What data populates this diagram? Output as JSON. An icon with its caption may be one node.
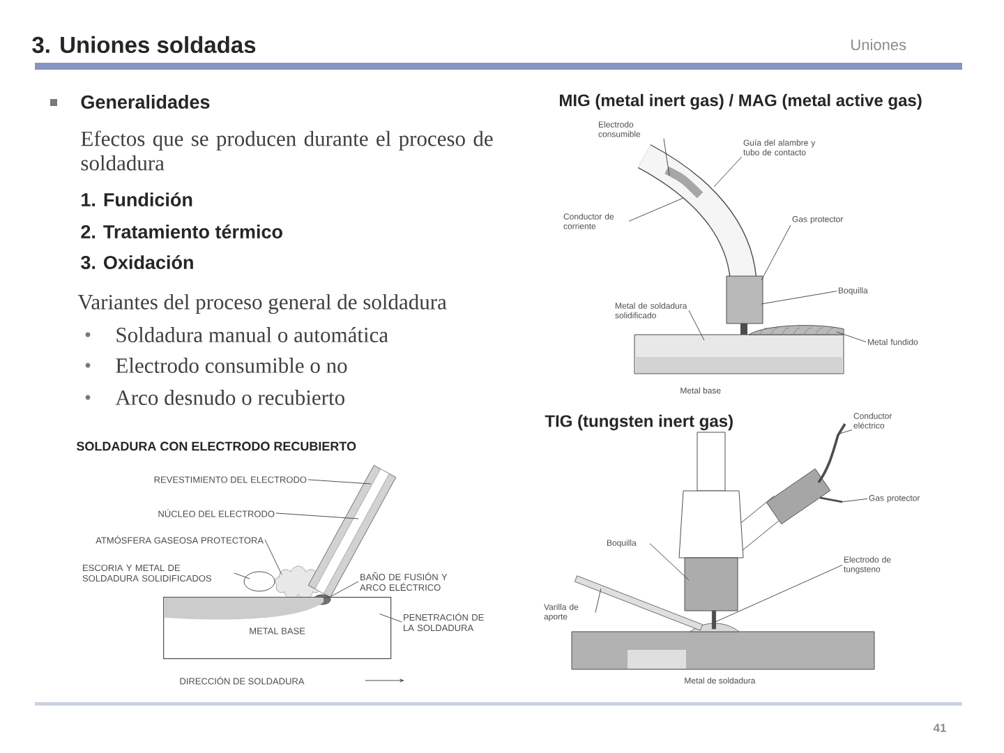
{
  "diagram": {
    "title": "3. Uniones soldadas",
    "nodes": [
      {
        "text": [
          "REVESTIMIENTO DEL ELECTRODO"
        ]
      },
      {
        "text": [
          "NÚCLEO DEL ELECTRODO"
        ]
      },
      {
        "text": [
          "ATMÓSFERA GASEOSA PROTECTORA"
        ]
      },
      {
        "text": [
          "ESCORIA Y METAL DE SOLDADURA SOLIDIFICADOS"
        ]
      },
      {
        "text": [
          "BAÑO DE FUSIÓN Y ARCO ELÉCTRICO"
        ]
      },
      {
        "text": [
          "PENETRACIÓN DE LA SOLDADURA"
        ]
      },
      {
        "text": [
          "METAL BASE"
        ]
      },
      {
        "text": [
          "Electrodo consumible"
        ]
      },
      {
        "text": [
          "Guía del alambre y tubo de contacto"
        ]
      },
      {
        "text": [
          "Conductor de corriente"
        ]
      },
      {
        "text": [
          "Gas protector"
        ]
      },
      {
        "text": [
          "Metal de soldadura solidificado"
        ]
      },
      {
        "text": [
          "Boquilla"
        ]
      },
      {
        "text": [
          "Metal fundido"
        ]
      },
      {
        "text": [
          "Conductor eléctrico"
        ]
      },
      {
        "text": [
          "Gas protector"
        ]
      },
      {
        "text": [
          "Boquilla"
        ]
      },
      {
        "text": [
          "Electrodo de tungsteno"
        ]
      },
      {
        "text": [
          "Varilla de aporte"
        ]
      },
      {
        "text": [],
        "shape": "bar"
      },
      {
        "text": [],
        "shape": "cloud"
      },
      {
        "text": [],
        "shape": "circle"
      },
      {
        "text": [],
        "shape": "circle"
      },
      {
        "text": [],
        "shape": "picture"
      },
      {
        "text": [],
        "shape": "box"
      },
      {
        "text": [],
        "shape": "box"
      },
      {
        "text": [],
        "shape": "picture"
      },
      {
        "text": [],
        "shape": "picture"
      },
      {
        "text": [],
        "shape": "picture"
      },
      {
        "text": [],
        "shape": "box"
      },
      {
        "text": [],
        "shape": "bar"
      },
      {
        "text": [],
        "shape": "bar"
      }
    ],
    "edges": [
      {
        "from": 0,
        "to": 19,
        "arrow": "none"
      },
      {
        "from": 1,
        "to": 19,
        "arrow": "none"
      },
      {
        "from": 2,
        "to": 20,
        "arrow": "none"
      },
      {
        "from": 3,
        "to": 21,
        "arrow": "none"
      },
      {
        "from": 4,
        "to": 22,
        "arrow": "none"
      },
      {
        "from": 5,
        "to": 6,
        "arrow": "none"
      },
      {
        "from": 7,
        "to": 23,
        "arrow": "none"
      },
      {
        "from": 8,
        "to": 23,
        "arrow": "none"
      },
      {
        "from": 9,
        "to": 23,
        "arrow": "none"
      },
      {
        "from": 10,
        "to": 24,
        "arrow": "none"
      },
      {
        "from": 11,
        "to": 25,
        "arrow": "none"
      },
      {
        "from": 12,
        "to": 24,
        "arrow": "none"
      },
      {
        "from": 13,
        "to": 26,
        "arrow": "none"
      },
      {
        "from": 14,
        "to": 27,
        "arrow": "none"
      },
      {
        "from": 15,
        "to": 28,
        "arrow": "none"
      },
      {
        "from": 16,
        "to": 29,
        "arrow": "none"
      },
      {
        "from": 17,
        "to": 30,
        "arrow": "none"
      },
      {
        "from": 18,
        "to": 31,
        "arrow": "none"
      }
    ],
    "labels": [
      "Uniones",
      "Generalidades",
      "Efectos que se producen durante el proceso de soldadura",
      "1. Fundición",
      "2. Tratamiento térmico",
      "3. Oxidación",
      "Variantes del proceso general de soldadura",
      "Soldadura manual o automática",
      "Electrodo consumible o no",
      "Arco desnudo o recubierto",
      "MIG (metal inert gas) / MAG (metal active gas)",
      "Metal base",
      "TIG (tungsten inert gas)",
      "SOLDADURA CON ELECTRODO RECUBIERTO",
      "Metal de soldadura",
      "DIRECCIÓN DE SOLDADURA",
      "41"
    ]
  }
}
